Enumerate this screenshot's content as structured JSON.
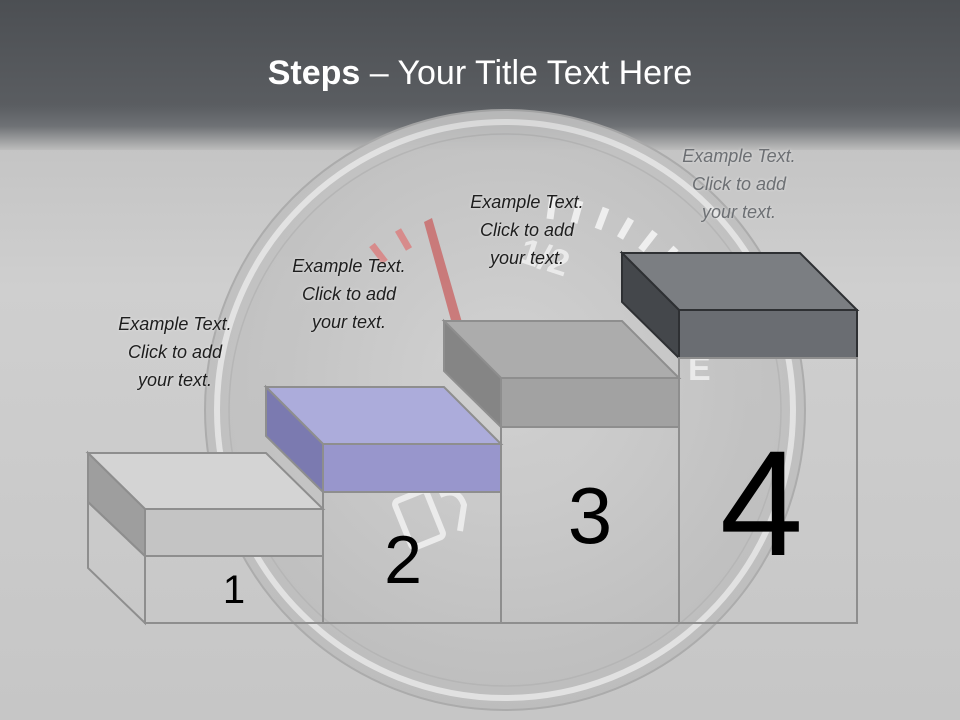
{
  "title": {
    "bold": "Steps",
    "rest": " – Your Title Text Here"
  },
  "gauge": {
    "half_mark": "1/2",
    "letter": "E"
  },
  "steps": [
    {
      "number": "1",
      "line1": "Example Text.",
      "line2": "Click  to add",
      "line3": "your text.",
      "color": "#c4c4c4"
    },
    {
      "number": "2",
      "line1": "Example Text.",
      "line2": "Click  to add",
      "line3": "your text.",
      "color": "#9896cc"
    },
    {
      "number": "3",
      "line1": "Example Text.",
      "line2": "Click  to add",
      "line3": "your text.",
      "color": "#a2a2a2"
    },
    {
      "number": "4",
      "line1": "Example Text.",
      "line2": "Click  to add",
      "line3": "your text.",
      "color": "#6a6d72"
    }
  ],
  "colors": {
    "title_bar": "#4c4f53",
    "title_text": "#ffffff",
    "outline": "#8e8e8e"
  }
}
